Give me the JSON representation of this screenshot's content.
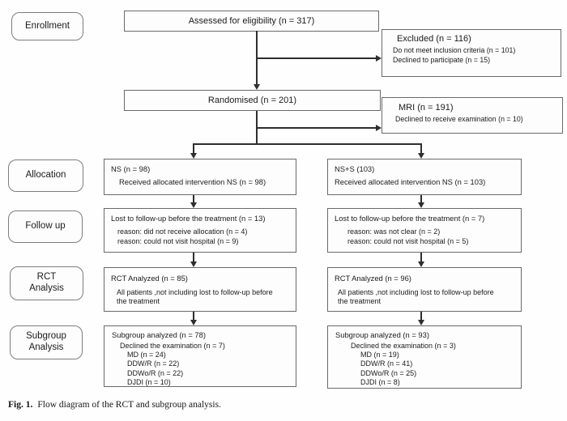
{
  "stages": {
    "enrollment": {
      "line1": "Enrollment"
    },
    "allocation": {
      "line1": "Allocation"
    },
    "followup": {
      "line1": "Follow up"
    },
    "rct": {
      "line1": "RCT",
      "line2": "Analysis"
    },
    "subgroup": {
      "line1": "Subgroup",
      "line2": "Analysis"
    }
  },
  "boxes": {
    "assessed": {
      "title": "Assessed for eligibility (n = 317)"
    },
    "excluded": {
      "title": "Excluded (n = 116)",
      "lines": [
        "Do not meet inclusion criteria (n = 101)",
        "Declined to participate (n = 15)"
      ]
    },
    "randomised": {
      "title": "Randomised (n = 201)"
    },
    "mri": {
      "title": "MRI (n = 191)",
      "lines": [
        "Declined to receive examination (n = 10)"
      ]
    },
    "alloc_left": {
      "title": "NS (n = 98)",
      "lines": [
        "Received allocated intervention NS (n = 98)"
      ]
    },
    "alloc_right": {
      "title": "NS+S (103)",
      "lines": [
        "Received allocated intervention NS (n = 103)"
      ]
    },
    "fu_left": {
      "title": "Lost to follow-up before the treatment (n = 13)",
      "lines": [
        "reason: did not receive allocation (n = 4)",
        "reason: could not visit hospital (n = 9)"
      ]
    },
    "fu_right": {
      "title": "Lost to follow-up before the treatment (n = 7)",
      "lines": [
        "reason: was not clear (n = 2)",
        "reason: could not visit hospital (n = 5)"
      ]
    },
    "rct_left": {
      "title": "RCT Analyzed (n = 85)",
      "lines": [
        "All patients ,not including lost to follow-up before the treatment"
      ]
    },
    "rct_right": {
      "title": "RCT Analyzed (n = 96)",
      "lines": [
        "All patients ,not including lost to follow-up before the treatment"
      ]
    },
    "sub_left": {
      "title": "Subgroup analyzed (n = 78)",
      "declined": "Declined the examination (n = 7)",
      "items": [
        "MD (n = 24)",
        "DDW/R (n = 22)",
        "DDWo/R (n = 22)",
        "DJDI (n = 10)"
      ]
    },
    "sub_right": {
      "title": "Subgroup analyzed (n = 93)",
      "declined": "Declined the examination (n = 3)",
      "items": [
        "MD (n = 19)",
        "DDW/R (n = 41)",
        "DDWo/R (n = 25)",
        "DJDI (n = 8)"
      ]
    }
  },
  "caption": {
    "label": "Fig. 1.",
    "text": "Flow diagram of the RCT and subgroup analysis."
  },
  "colors": {
    "line": "#2e2e2e",
    "box_border": "#6a6a6a",
    "text": "#1b1b1b",
    "background": "#ffffff"
  }
}
